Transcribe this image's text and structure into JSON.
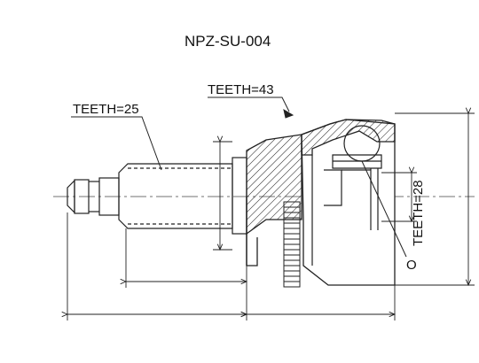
{
  "title": "NPZ-SU-004",
  "labels": {
    "teeth_outer_shaft": "TEETH=25",
    "teeth_abs_ring": "TEETH=43",
    "teeth_inner": "TEETH=28",
    "oring_marker": "O"
  }
}
